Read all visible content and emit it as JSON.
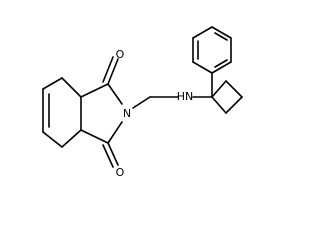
{
  "molecule": {
    "atoms": {
      "o_top": "O",
      "o_bottom": "O",
      "n_imide": "N",
      "nh_amine": "HN"
    }
  },
  "colors": {
    "background": "#ffffff",
    "bond": "#000000",
    "label": "#000000"
  }
}
